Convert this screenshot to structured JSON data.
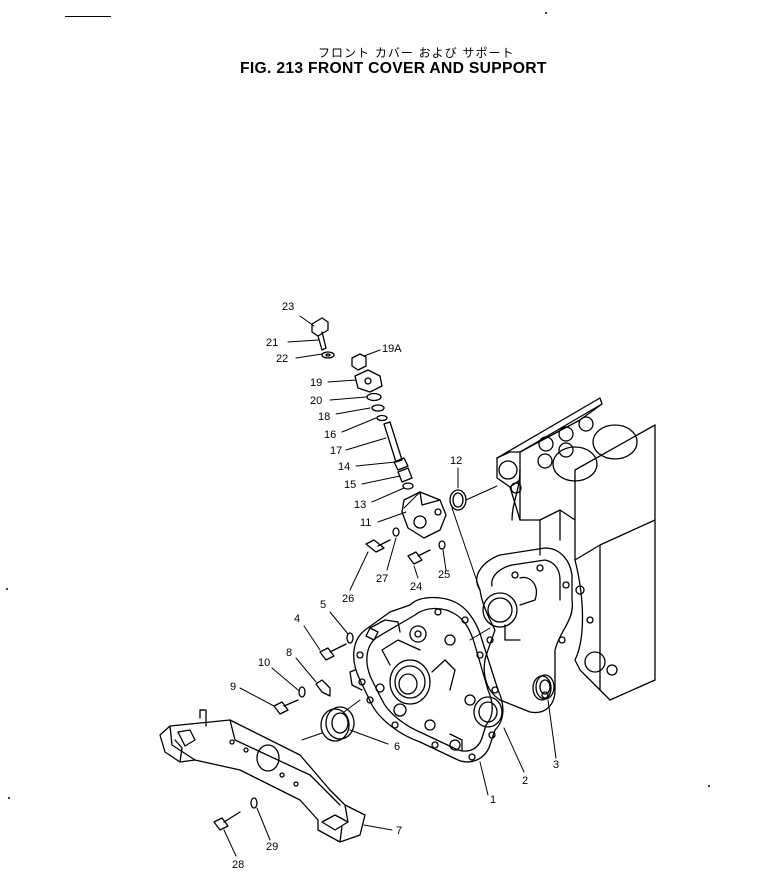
{
  "header": {
    "japanese_title": "フロント カバー および サポート",
    "figure_title": "FIG. 213  FRONT COVER AND SUPPORT"
  },
  "callouts": [
    {
      "id": "23",
      "label": "23"
    },
    {
      "id": "21",
      "label": "21"
    },
    {
      "id": "22",
      "label": "22"
    },
    {
      "id": "19A",
      "label": "19A"
    },
    {
      "id": "19",
      "label": "19"
    },
    {
      "id": "20",
      "label": "20"
    },
    {
      "id": "18",
      "label": "18"
    },
    {
      "id": "16",
      "label": "16"
    },
    {
      "id": "17",
      "label": "17"
    },
    {
      "id": "14",
      "label": "14"
    },
    {
      "id": "15",
      "label": "15"
    },
    {
      "id": "13",
      "label": "13"
    },
    {
      "id": "12",
      "label": "12"
    },
    {
      "id": "11",
      "label": "11"
    },
    {
      "id": "27",
      "label": "27"
    },
    {
      "id": "26",
      "label": "26"
    },
    {
      "id": "24",
      "label": "24"
    },
    {
      "id": "25",
      "label": "25"
    },
    {
      "id": "5",
      "label": "5"
    },
    {
      "id": "4",
      "label": "4"
    },
    {
      "id": "8",
      "label": "8"
    },
    {
      "id": "10",
      "label": "10"
    },
    {
      "id": "9",
      "label": "9"
    },
    {
      "id": "6",
      "label": "6"
    },
    {
      "id": "1",
      "label": "1"
    },
    {
      "id": "2",
      "label": "2"
    },
    {
      "id": "3",
      "label": "3"
    },
    {
      "id": "7",
      "label": "7"
    },
    {
      "id": "28",
      "label": "28"
    },
    {
      "id": "29",
      "label": "29"
    }
  ]
}
